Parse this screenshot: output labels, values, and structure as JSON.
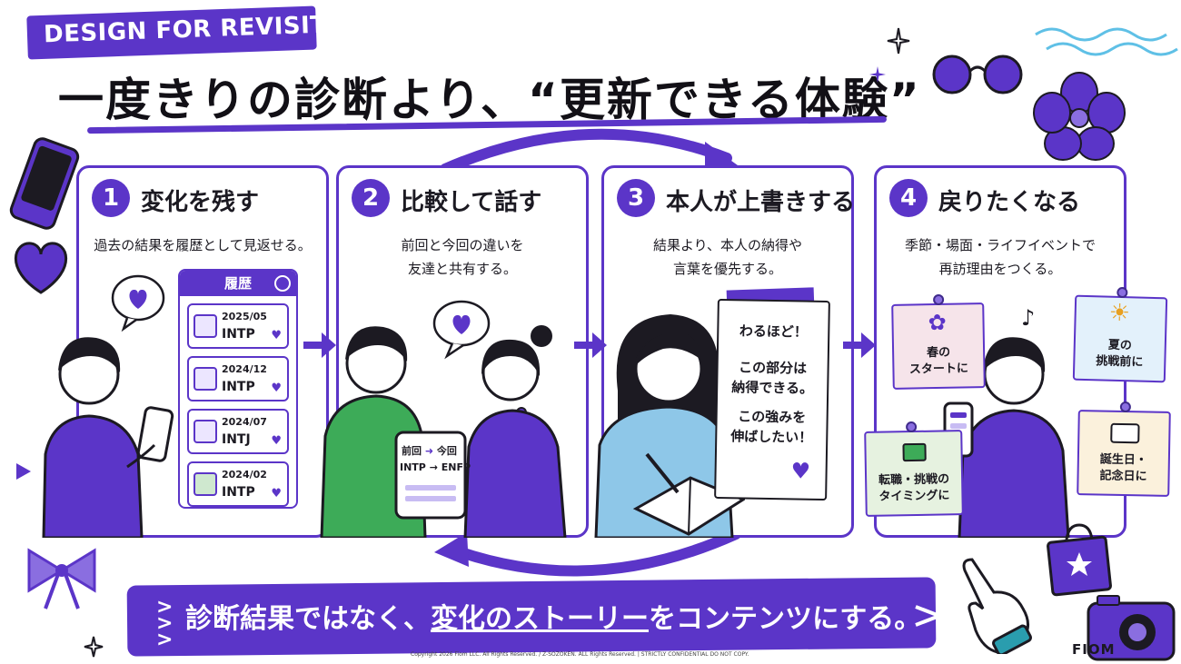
{
  "header": {
    "tag": "DESIGN FOR REVISIT",
    "title": "一度きりの診断より、“更新できる体験”"
  },
  "steps": [
    {
      "number": "1",
      "title": "変化を残す",
      "desc_lines": [
        "過去の結果を履歴として見返せる。"
      ]
    },
    {
      "number": "2",
      "title": "比較して話す",
      "desc_lines": [
        "前回と今回の違いを",
        "友達と共有する。"
      ]
    },
    {
      "number": "3",
      "title": "本人が上書きする",
      "desc_lines": [
        "結果より、本人の納得や",
        "言葉を優先する。"
      ]
    },
    {
      "number": "4",
      "title": "戻りたくなる",
      "desc_lines": [
        "季節・場面・ライフイベントで",
        "再訪理由をつくる。"
      ]
    }
  ],
  "history": {
    "title": "履歴",
    "rows": [
      {
        "date": "2025/05",
        "type": "INTP"
      },
      {
        "date": "2024/12",
        "type": "INTP"
      },
      {
        "date": "2024/07",
        "type": "INTJ"
      },
      {
        "date": "2024/02",
        "type": "INTP"
      }
    ]
  },
  "compare": {
    "prev": "前回",
    "now": "今回",
    "change": "INTP → ENFP"
  },
  "note": {
    "line1": "わるほど！",
    "line2": "この部分は",
    "line3": "納得できる。",
    "line4": "この強みを",
    "line5": "伸ばしたい！"
  },
  "stickies": [
    {
      "line1": "春の",
      "line2": "スタートに"
    },
    {
      "line1": "夏の",
      "line2": "挑戦前に"
    },
    {
      "line1": "転職・挑戦の",
      "line2": "タイミングに"
    },
    {
      "line1": "誕生日・",
      "line2": "記念日に"
    }
  ],
  "bottom": {
    "pre": "診断結果ではなく、",
    "highlight": "変化のストーリー",
    "post": "をコンテンツにする。"
  },
  "footer": {
    "copyright": "Copyright 2026 Fiom LLC. All Rights Reserved. / Z-SOZOKEN. ALL Rights Reserved. | STRICTLY CONFIDENTIAL DO NOT COPY.",
    "logo": "FIOM"
  },
  "colors": {
    "accent": "#5b35c8",
    "accent_light": "#ece6ff",
    "green": "#3dab58",
    "blue_hoodie": "#8ec7e8"
  }
}
